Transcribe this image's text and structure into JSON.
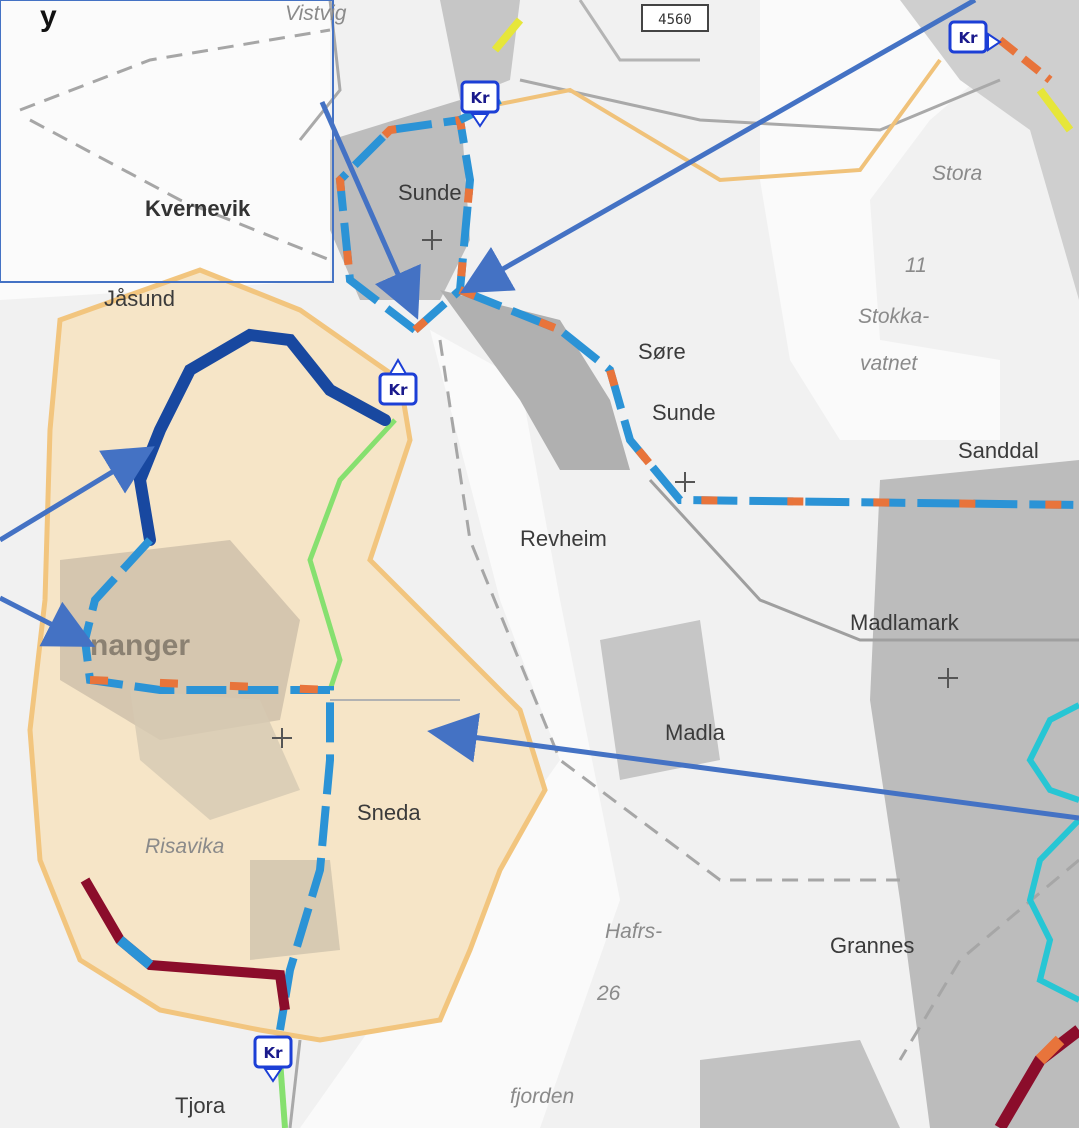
{
  "map": {
    "top_caption_fragment": "y",
    "road_shield": "4560",
    "kr_symbol": "Kr",
    "places": {
      "kvernevik": "Kvernevik",
      "sunde": "Sunde",
      "stora": "Stora",
      "jasund": "Jåsund",
      "stokkavatnet_1": "Stokka-",
      "stokkavatnet_2": "vatnet",
      "sore": "Søre",
      "sore_sunde": "Sunde",
      "sanddal": "Sanddal",
      "revheim": "Revheim",
      "madlamark": "Madlamark",
      "tananger": "nanger",
      "madla": "Madla",
      "sola_sneda": "Sneda",
      "risavika": "Risavika",
      "hafrs": "Hafrs-",
      "grannes": "Grannes",
      "fjorden": "fjorden",
      "tjora": "Tjora",
      "vistvig": "Vistvig",
      "elev_11": "11",
      "elev_26": "26"
    },
    "colors": {
      "route_dashed_blue": "#2b93d6",
      "route_dashed_orange": "#e8743b",
      "route_dark_blue": "#1848a0",
      "route_dark_red": "#8b0d2b",
      "route_green": "#86e06f",
      "route_cyan": "#27c6d4",
      "zone_fill": "#f5e3c4",
      "zone_border": "#f0c27a",
      "arrow": "#4472c4"
    }
  }
}
